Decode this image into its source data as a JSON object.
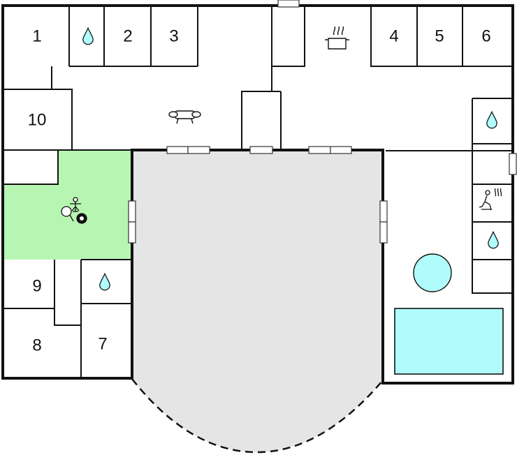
{
  "colors": {
    "wall": "#111111",
    "terrace": "#e5e5e5",
    "activity_room": "#b6f5b2",
    "water": "#b0fcfc",
    "background": "#ffffff"
  },
  "rooms": [
    {
      "label": "1"
    },
    {
      "label": "2"
    },
    {
      "label": "3"
    },
    {
      "label": "4"
    },
    {
      "label": "5"
    },
    {
      "label": "6"
    },
    {
      "label": "10"
    },
    {
      "label": "9"
    },
    {
      "label": "8"
    },
    {
      "label": "7"
    }
  ],
  "icons": {
    "bathroom": "water-drop-icon",
    "kitchen": "cooking-pot-icon",
    "living": "sofa-icon",
    "activity": "table-tennis-billiard-foosball-icon",
    "sauna": "sauna-icon",
    "whirlpool": "whirlpool-icon",
    "pool": "swimming-pool-icon"
  }
}
